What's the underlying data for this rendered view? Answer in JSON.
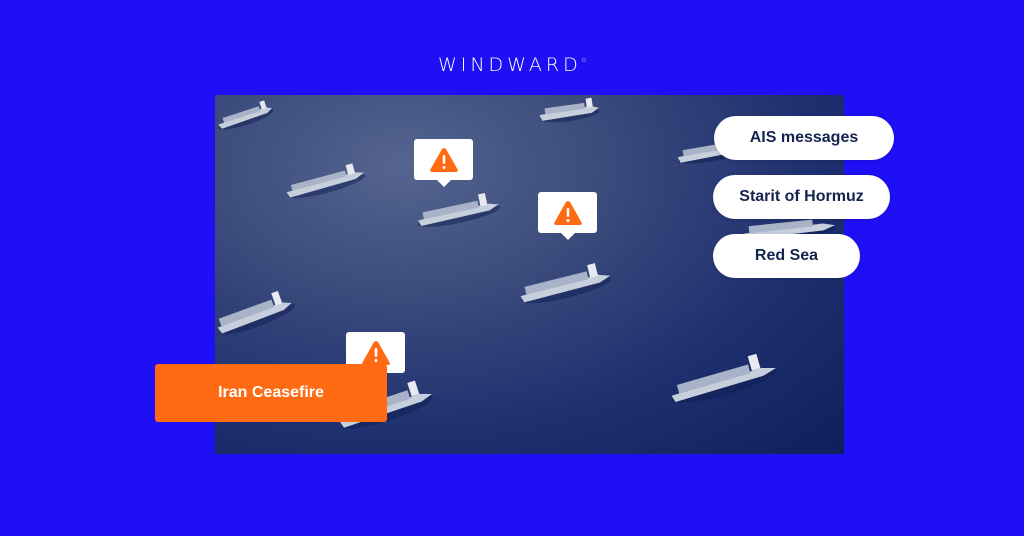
{
  "brand": {
    "logo_text": "WINDWARD",
    "logo_mark": "o"
  },
  "colors": {
    "background": "#1f0ff5",
    "accent_orange": "#ff6a13",
    "pill_text": "#14244f",
    "sea": "#1f3070"
  },
  "image": {
    "description": "aerial-sea-with-container-ships"
  },
  "alerts": [
    {
      "icon": "warning-icon",
      "glyph": "!"
    },
    {
      "icon": "warning-icon",
      "glyph": "!"
    },
    {
      "icon": "warning-icon",
      "glyph": "!"
    }
  ],
  "pills": [
    {
      "label": "AIS messages"
    },
    {
      "label": "Starit of Hormuz"
    },
    {
      "label": "Red Sea"
    }
  ],
  "tag": {
    "label": "Iran Ceasefire"
  }
}
